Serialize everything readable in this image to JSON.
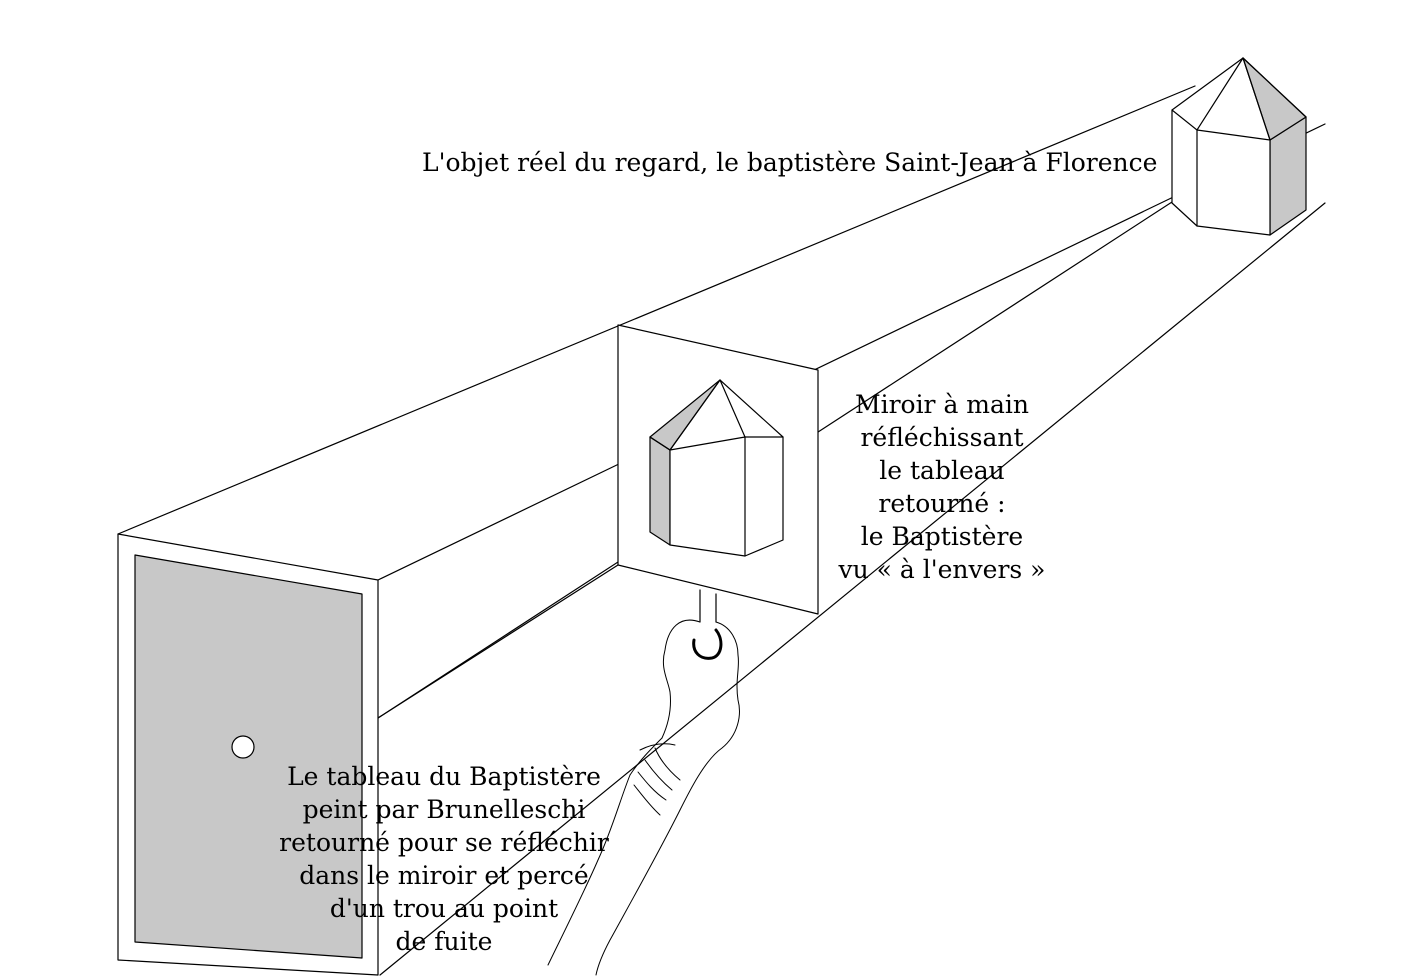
{
  "labels": {
    "real_object": "L'objet réel du regard, le baptistère Saint-Jean à Florence",
    "mirror": [
      "Miroir à main",
      "réfléchissant",
      "le tableau",
      "retourné :",
      "le Baptistère",
      "vu « à l'envers »"
    ],
    "painting": [
      "Le tableau du Baptistère",
      "peint par Brunelleschi",
      "retourné pour se réfléchir",
      "dans le miroir et percé",
      "d'un trou au point",
      "de fuite"
    ]
  },
  "colors": {
    "line": "#000000",
    "shade": "#c8c8c8",
    "background": "#ffffff"
  }
}
